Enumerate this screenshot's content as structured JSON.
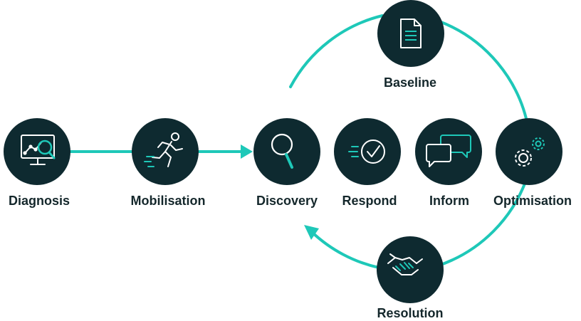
{
  "colors": {
    "accent": "#1ec8b8",
    "node_fill": "#0e2a30",
    "label": "#14272b",
    "background": "#ffffff"
  },
  "nodes": [
    {
      "id": "diagnosis",
      "label": "Diagnosis",
      "icon": "monitor-magnifier-icon"
    },
    {
      "id": "mobilisation",
      "label": "Mobilisation",
      "icon": "running-person-icon"
    },
    {
      "id": "discovery",
      "label": "Discovery",
      "icon": "magnifier-icon"
    },
    {
      "id": "respond",
      "label": "Respond",
      "icon": "check-circle-icon"
    },
    {
      "id": "inform",
      "label": "Inform",
      "icon": "chat-bubbles-icon"
    },
    {
      "id": "optimisation",
      "label": "Optimisation",
      "icon": "gears-icon"
    },
    {
      "id": "baseline",
      "label": "Baseline",
      "icon": "document-icon"
    },
    {
      "id": "resolution",
      "label": "Resolution",
      "icon": "handshake-icon"
    }
  ]
}
